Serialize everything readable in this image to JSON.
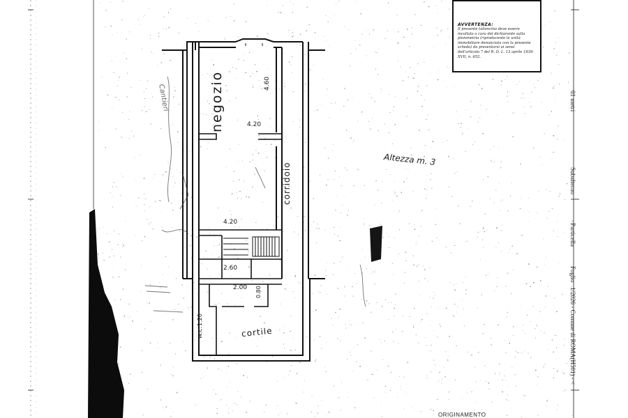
{
  "plan_labels": {
    "room_shop": "negozio",
    "corridor": "corridoio",
    "wc": "w.c.",
    "courtyard": "cortile",
    "ceiling_height": "Altezza m. 3",
    "side_note": "Cantieri"
  },
  "dimensions": {
    "shop_depth": "4.20",
    "shop_width": "4.60",
    "stair_landing": "4.20",
    "lower_room": "2.60",
    "lower_room_2": "2.00",
    "lower_room_3": "0.80",
    "wc_width": "1.20"
  },
  "notice": {
    "title": "AVVERTENZA:",
    "text": "Il presente talloncino deve essere incollato a cura del dichiarante sulla planimetria (riproducente la unità immobiliare denunciata con la presente scheda) da presentarsi ai sensi dell'articolo 7 del R. D. L. 13 aprile 1939-XVII, n. 652."
  },
  "right_margin": {
    "scale": "01 metri",
    "subalterno": "Subalterno",
    "particella": "Particella",
    "foglio": "Foglio",
    "comune": "1/2026 - Comune di ROMA(H501) - <"
  },
  "footer": {
    "heading": "ORIGINAMENTO"
  },
  "colors": {
    "ink": "#1a1a1a",
    "paper": "#ffffff",
    "border_dark": "#111111"
  }
}
